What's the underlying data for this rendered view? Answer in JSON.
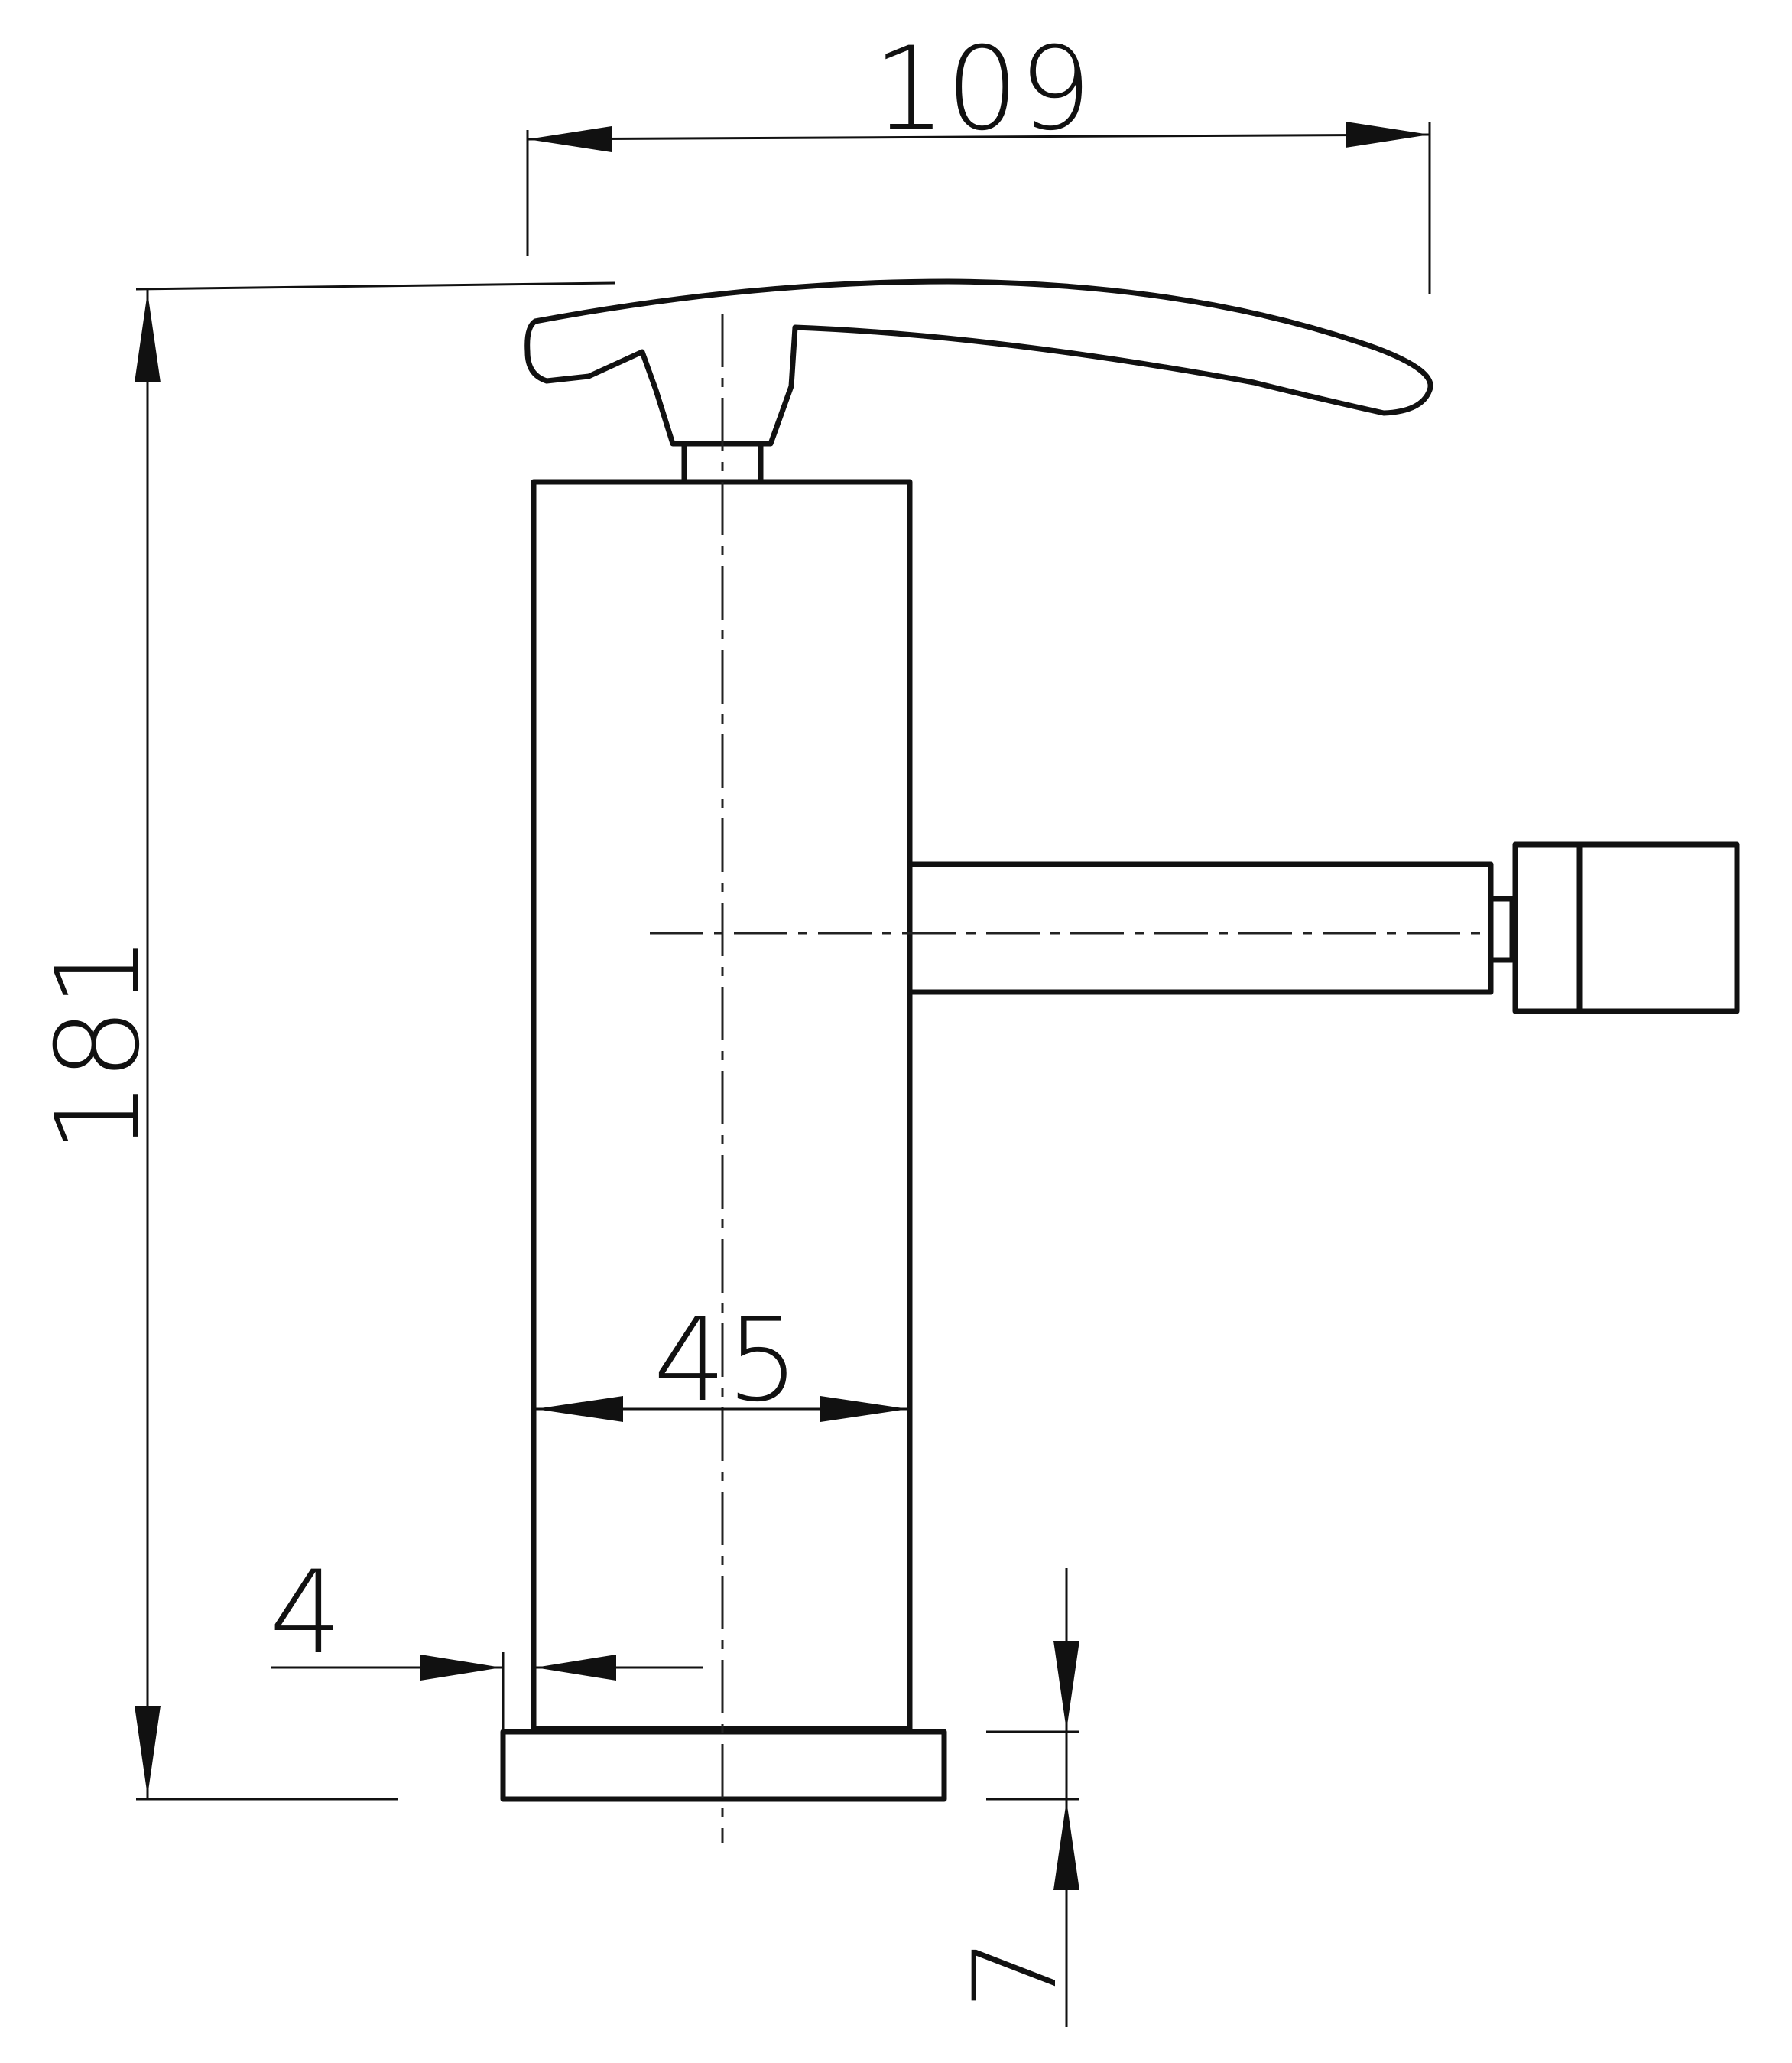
{
  "drawing": {
    "dimensions": {
      "top_width": "109",
      "overall_height": "181",
      "body_width": "45",
      "base_offset": "4",
      "base_thickness": "7"
    }
  }
}
